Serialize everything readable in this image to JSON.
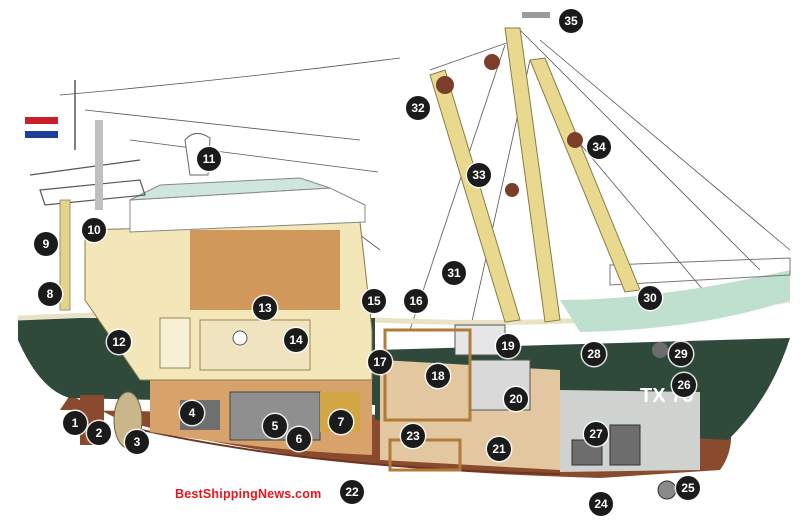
{
  "diagram": {
    "callouts": [
      "1",
      "2",
      "3",
      "4",
      "5",
      "6",
      "7",
      "8",
      "9",
      "10",
      "11",
      "12",
      "13",
      "14",
      "15",
      "16",
      "17",
      "18",
      "19",
      "20",
      "21",
      "22",
      "23",
      "24",
      "25",
      "26",
      "27",
      "28",
      "29",
      "30",
      "31",
      "32",
      "33",
      "34",
      "35"
    ],
    "hull_registration": "TX 75",
    "watermark": "BestShippingNews.com"
  },
  "colors": {
    "hull_dark_green": "#2f4a3a",
    "hull_bottom_rust": "#8a4a2e",
    "superstructure_cream": "#f3e6b8",
    "interior_wood": "#c98a4a",
    "deck_green": "#bfe0cf",
    "mast_yellow": "#e8d98e",
    "marker_black": "#1b1b1b",
    "watermark_red": "#e8141b",
    "flag_red": "#c8202b",
    "flag_blue": "#1d3f9a"
  }
}
